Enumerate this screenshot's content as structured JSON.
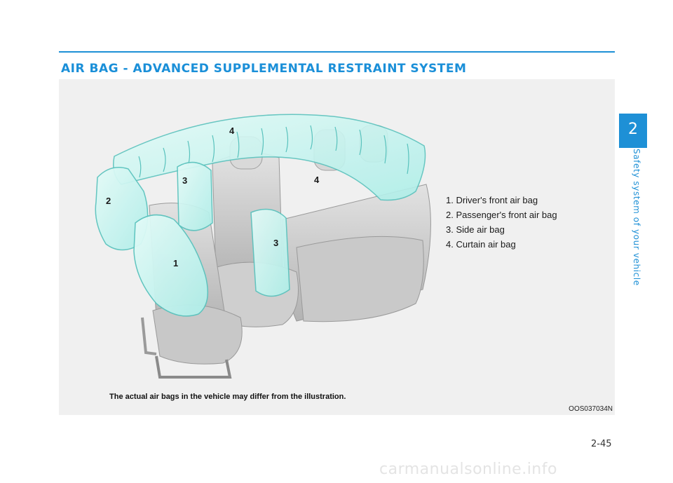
{
  "header": {
    "section_title": "AIR BAG - ADVANCED SUPPLEMENTAL RESTRAINT SYSTEM"
  },
  "figure": {
    "callouts": [
      "1",
      "2",
      "3",
      "3",
      "4",
      "4"
    ],
    "legend": [
      "1. Driver's front air bag",
      "2. Passenger's front air bag",
      "3. Side air bag",
      "4. Curtain air bag"
    ],
    "caption": "The actual air bags in the vehicle may differ from the illustration.",
    "code": "OOS037034N"
  },
  "side_tab": {
    "chapter_number": "2",
    "chapter_title": "Safety system of your vehicle"
  },
  "footer": {
    "page_number": "2-45",
    "watermark": "carmanualsonline.info"
  },
  "colors": {
    "accent": "#1e90d6",
    "airbag_fill": "#bff3ef",
    "airbag_stroke": "#59c2bd",
    "figure_background": "#f0f0f0"
  }
}
